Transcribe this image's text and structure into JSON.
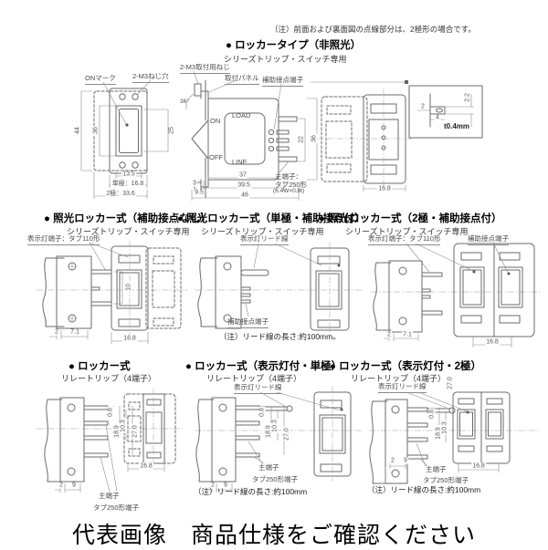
{
  "page": {
    "note": "（注）前面および裏面図の点線部分は、2極形の場合です。",
    "caption": "代表画像　商品仕様をご確認ください",
    "bullet": "●"
  },
  "colors": {
    "line": "#6b6b6b",
    "dim_line": "#8d8d8d",
    "text": "#222222",
    "header": "#000000"
  },
  "headers": [
    {
      "title": "ロッカータイプ（非照光）",
      "subtitle": "シリーズトリップ・スイッチ専用"
    },
    {
      "title": "照光ロッカー式（補助接点なし）",
      "subtitle": "シリーズトリップ・スイッチ専用"
    },
    {
      "title": "照光ロッカー式（単極・補助接点付）",
      "subtitle": "シリーズトリップ・スイッチ専用"
    },
    {
      "title": "照光ロッカー式（2極・補助接点付）",
      "subtitle": "シリーズトリップ・スイッチ専用"
    },
    {
      "title": "ロッカー式",
      "subtitle": "リレートリップ（4端子）"
    },
    {
      "title": "ロッカー式（表示灯付・単極）",
      "subtitle": "リレートリップ（4端子）"
    },
    {
      "title": "ロッカー式（表示灯付・2極）",
      "subtitle": "リレートリップ（4端子）"
    }
  ],
  "r1f": {
    "on_mark": "ONマーク",
    "screw": "2-M3ねじ穴",
    "d44": "44",
    "d36": "36",
    "d25": "25",
    "d135": "13.5",
    "pole1": "単極：16.8",
    "pole2": "2極：33.6"
  },
  "r1s": {
    "screw": "2-M3取付用ねじ",
    "panel": "取付パネル",
    "aux": "補助接点端子",
    "on": "ON",
    "off": "OFF",
    "load": "LOAD",
    "line": "LINE",
    "angle": "36°",
    "d3": "3",
    "d95": "9.5",
    "d37": "37",
    "d395": "39.5",
    "d46": "46",
    "d22": "22",
    "d36": "36",
    "t1": "主端子：",
    "t2": "タブ250形",
    "t3": "(6.4W×0.8t)"
  },
  "r1r": {
    "d168": "16.8"
  },
  "det": {
    "d2": "2",
    "d4": "4",
    "d22": "2.2",
    "t": "t0.4mm"
  },
  "r2a": {
    "label": "表示灯端子：タブ110形",
    "d10": "10",
    "d2": "2",
    "d71": "7.1",
    "d168": "16.8"
  },
  "r2b": {
    "lead": "表示灯リード線",
    "aux": "補助接点端子",
    "note": "（注）リード線の長さ:約100mm。"
  },
  "r2c": {
    "label": "表示灯端子：タブ110形",
    "aux": "補助接点端子",
    "d2": "2",
    "d71": "7.1",
    "d168": "16.8"
  },
  "r3a": {
    "d08": "0.8",
    "d189": "18.9",
    "d103": "10.3",
    "d270": "27.0",
    "d2": "2",
    "d9": "9",
    "d168": "16.8",
    "main": "主端子",
    "tab": "タブ250形端子"
  },
  "r3b": {
    "lead": "表示灯リード線",
    "d08": "0.8",
    "d189": "18.9",
    "d103": "10.3",
    "d270": "27.0",
    "d2": "2",
    "d9": "9",
    "main": "主端子",
    "tab": "タブ250形端子",
    "note": "（注）リード線の長さ:約100mm"
  },
  "r3c": {
    "lead": "表示灯リード線",
    "d08": "0.8",
    "d189": "18.9",
    "d103": "10.3",
    "d270": "27.0",
    "d2": "2",
    "d9": "9",
    "d168": "16.8",
    "main": "主端子",
    "tab": "タブ250形端子",
    "note": "（注）リード線の長さ:約100mm"
  }
}
